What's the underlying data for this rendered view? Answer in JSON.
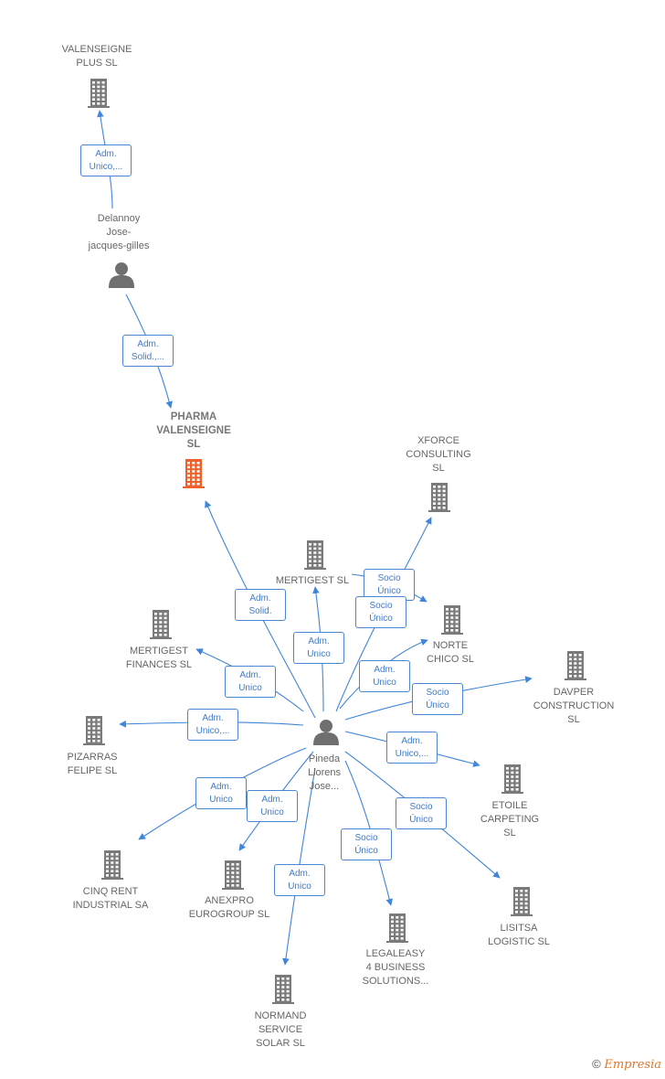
{
  "nodes": [
    {
      "id": "pharma",
      "kind": "company-main",
      "lines": [
        "PHARMA",
        "VALENSEIGNE",
        "SL"
      ]
    },
    {
      "id": "valplus",
      "kind": "company",
      "lines": [
        "VALENSEIGNE",
        "PLUS SL"
      ]
    },
    {
      "id": "delannoy",
      "kind": "person",
      "lines": [
        "Delannoy",
        "Jose-",
        "jacques-gilles"
      ]
    },
    {
      "id": "pineda",
      "kind": "person",
      "lines": [
        "Pineda",
        "Llorens",
        "Jose..."
      ]
    },
    {
      "id": "xforce",
      "kind": "company",
      "lines": [
        "XFORCE",
        "CONSULTING",
        "SL"
      ]
    },
    {
      "id": "mertigest",
      "kind": "company",
      "lines": [
        "MERTIGEST SL"
      ]
    },
    {
      "id": "norte",
      "kind": "company",
      "lines": [
        "NORTE",
        "CHICO SL"
      ]
    },
    {
      "id": "mertfin",
      "kind": "company",
      "lines": [
        "MERTIGEST",
        "FINANCES  SL"
      ]
    },
    {
      "id": "davper",
      "kind": "company",
      "lines": [
        "DAVPER",
        "CONSTRUCTION",
        "SL"
      ]
    },
    {
      "id": "pizarras",
      "kind": "company",
      "lines": [
        "PIZARRAS",
        "FELIPE  SL"
      ]
    },
    {
      "id": "etoile",
      "kind": "company",
      "lines": [
        "ETOILE",
        "CARPETING",
        "SL"
      ]
    },
    {
      "id": "cinq",
      "kind": "company",
      "lines": [
        "CINQ RENT",
        "INDUSTRIAL SA"
      ]
    },
    {
      "id": "anexpro",
      "kind": "company",
      "lines": [
        "ANEXPRO",
        "EUROGROUP SL"
      ]
    },
    {
      "id": "lisitsa",
      "kind": "company",
      "lines": [
        "LISITSA",
        "LOGISTIC  SL"
      ]
    },
    {
      "id": "legaleasy",
      "kind": "company",
      "lines": [
        "LEGALEASY",
        "4 BUSINESS",
        "SOLUTIONS..."
      ]
    },
    {
      "id": "normand",
      "kind": "company",
      "lines": [
        "NORMAND",
        "SERVICE",
        "SOLAR  SL"
      ]
    }
  ],
  "edges": [
    {
      "id": "e1",
      "from": "delannoy",
      "to": "valplus",
      "lines": [
        "Adm.",
        "Unico,..."
      ]
    },
    {
      "id": "e2",
      "from": "delannoy",
      "to": "pharma",
      "lines": [
        "Adm.",
        "Solid.,..."
      ]
    },
    {
      "id": "e3",
      "from": "pineda",
      "to": "pharma",
      "lines": [
        "Adm.",
        "Solid."
      ]
    },
    {
      "id": "e4",
      "from": "pineda",
      "to": "mertigest",
      "lines": [
        "Adm.",
        "Unico"
      ]
    },
    {
      "id": "e5",
      "from": "pineda",
      "to": "xforce",
      "lines": [
        "Socio",
        "Único"
      ]
    },
    {
      "id": "e6",
      "from": "mertigest",
      "to": "norte",
      "lines": [
        "Socio",
        "Único"
      ]
    },
    {
      "id": "e7",
      "from": "pineda",
      "to": "norte",
      "lines": [
        "Adm.",
        "Unico"
      ]
    },
    {
      "id": "e8",
      "from": "pineda",
      "to": "mertfin",
      "lines": [
        "Adm.",
        "Unico"
      ]
    },
    {
      "id": "e9",
      "from": "pineda",
      "to": "davper",
      "lines": [
        "Socio",
        "Único"
      ]
    },
    {
      "id": "e10",
      "from": "pineda",
      "to": "pizarras",
      "lines": [
        "Adm.",
        "Unico,..."
      ]
    },
    {
      "id": "e11",
      "from": "pineda",
      "to": "etoile",
      "lines": [
        "Adm.",
        "Unico,..."
      ]
    },
    {
      "id": "e12",
      "from": "pineda",
      "to": "cinq",
      "lines": [
        "Adm.",
        "Unico"
      ]
    },
    {
      "id": "e13",
      "from": "pineda",
      "to": "anexpro",
      "lines": [
        "Adm.",
        "Unico"
      ]
    },
    {
      "id": "e14",
      "from": "pineda",
      "to": "lisitsa",
      "lines": [
        "Socio",
        "Único"
      ]
    },
    {
      "id": "e15",
      "from": "pineda",
      "to": "legaleasy",
      "lines": [
        "Socio",
        "Único"
      ]
    },
    {
      "id": "e16",
      "from": "pineda",
      "to": "normand",
      "lines": [
        "Adm.",
        "Unico"
      ]
    }
  ],
  "colors": {
    "company": "#7a7a7a",
    "company_main": "#f0602a",
    "person": "#6f6f6f",
    "edge": "#3f86d8"
  },
  "footer": {
    "copyright": "©",
    "brand": "mpresia",
    "brand_initial": "E"
  }
}
